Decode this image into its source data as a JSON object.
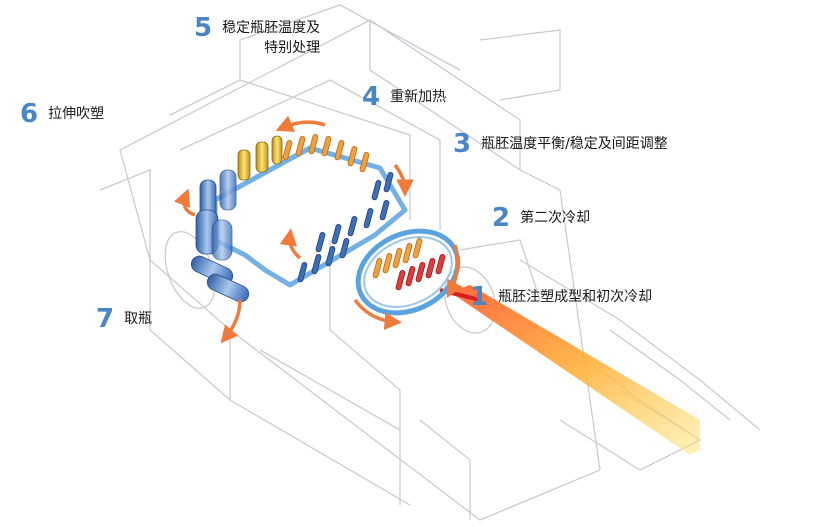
{
  "steps": [
    {
      "number": "1",
      "text": "瓶胚注塑成型和初次冷却"
    },
    {
      "number": "2",
      "text": "第二次冷却"
    },
    {
      "number": "3",
      "text": "瓶胚温度平衡/稳定及间距调整"
    },
    {
      "number": "4",
      "text": "重新加热"
    },
    {
      "number": "5",
      "text": [
        "稳定瓶胚温度及",
        "特别处理"
      ]
    },
    {
      "number": "6",
      "text": "拉伸吹塑"
    },
    {
      "number": "7",
      "text": "取瓶"
    }
  ],
  "colors": {
    "step_number": "#4a86c6",
    "conveyor": "#5ba3df",
    "arrow": "#f07a3c",
    "hot_preform": "#e03a3a",
    "warm_preform": "#f0a040",
    "cool_preform": "#3d6fb8",
    "bottle": "#6f9fd8",
    "frame": "#c8ccd2"
  }
}
